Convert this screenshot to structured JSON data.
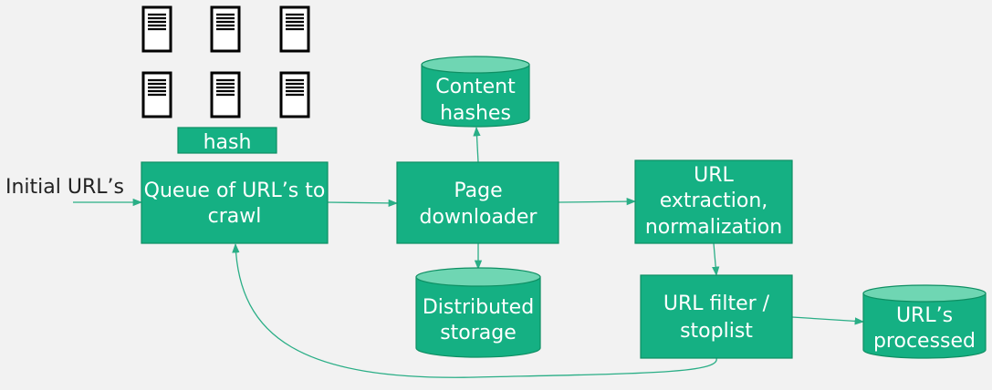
{
  "colors": {
    "background": "#f2f2f2",
    "box_fill": "#15b083",
    "box_stroke": "#0e8f63",
    "cylinder_top": "#6fd6b3",
    "arrow": "#2aae86",
    "text_on_box": "#ffffff",
    "plain_text": "#222222"
  },
  "labels": {
    "initial_urls": "Initial URL’s",
    "hash": "hash"
  },
  "nodes": {
    "queue": [
      "Queue of URL’s to",
      "crawl"
    ],
    "page_downloader": [
      "Page",
      "downloader"
    ],
    "url_extraction": [
      "URL",
      "extraction,",
      "normalization"
    ],
    "url_filter": [
      "URL filter /",
      "stoplist"
    ],
    "content_hashes": [
      "Content",
      "hashes"
    ],
    "distributed_storage": [
      "Distributed",
      "storage"
    ],
    "urls_processed": [
      "URL’s",
      "processed"
    ]
  },
  "icons": [
    "document-icon",
    "document-icon",
    "document-icon",
    "document-icon",
    "document-icon",
    "document-icon"
  ]
}
